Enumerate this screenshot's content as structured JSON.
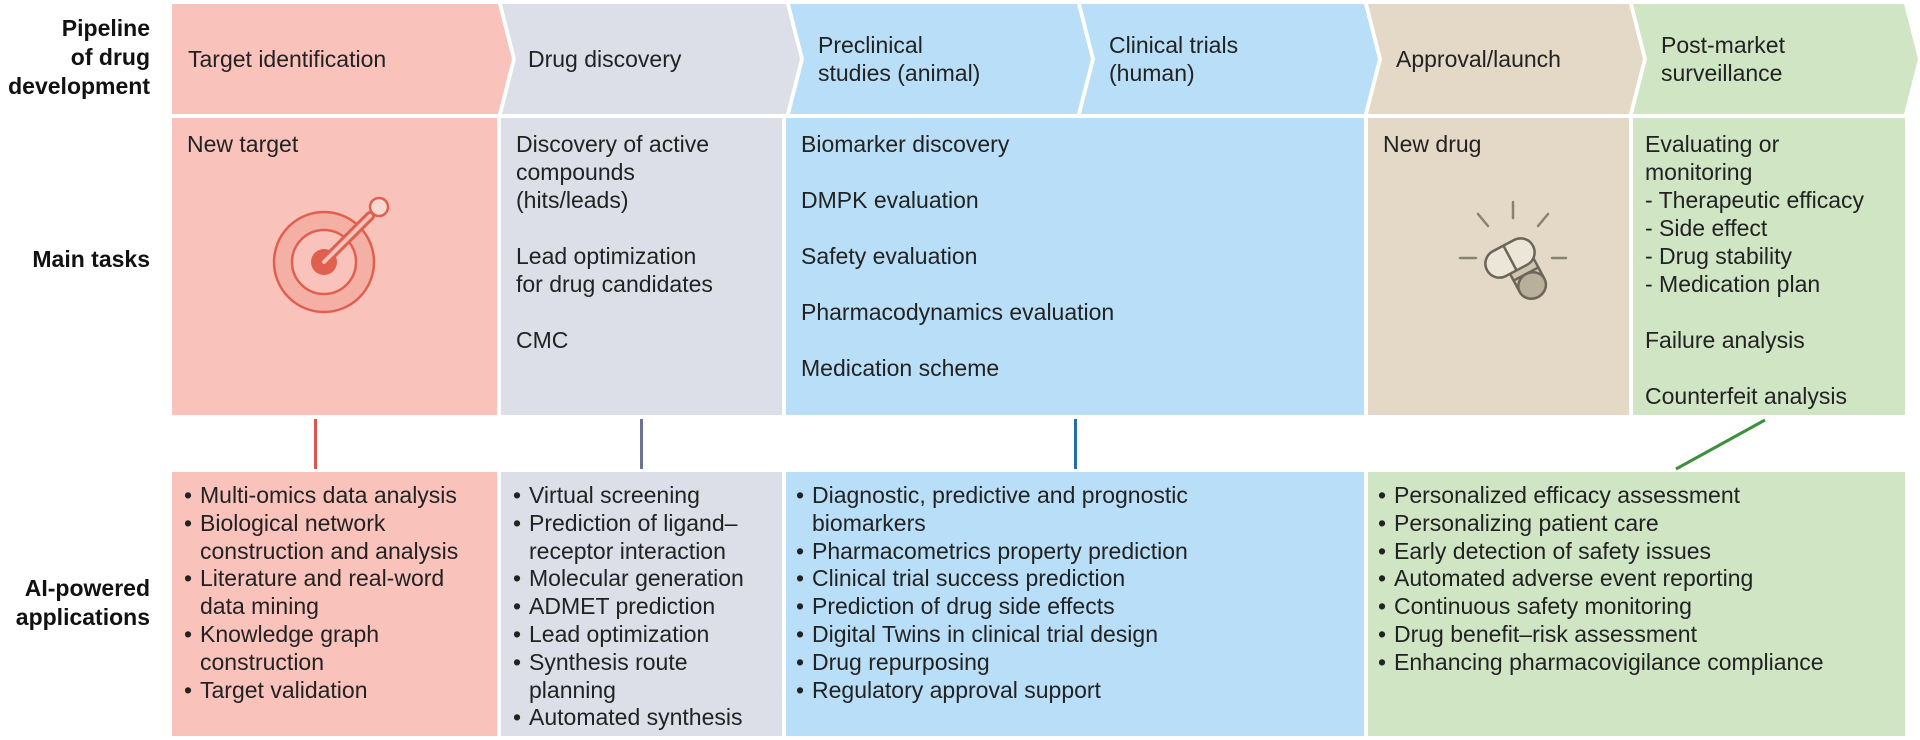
{
  "row_labels": {
    "pipeline": "Pipeline\nof drug\ndevelopment",
    "main_tasks": "Main tasks",
    "ai_applications": "AI-powered\napplications"
  },
  "colors": {
    "target": "#f9c3bb",
    "discovery": "#dcdee8",
    "preclinical": "#b8dff7",
    "approval": "#e3d9c6",
    "postmarket": "#cfe5c4",
    "connector_target": "#d9534f",
    "connector_discovery": "#6b7491",
    "connector_preclinical": "#1f6fa8",
    "connector_postmarket": "#3e8f3e"
  },
  "stages": [
    {
      "label": "Target identification"
    },
    {
      "label": "Drug discovery"
    },
    {
      "label": "Preclinical\nstudies (animal)"
    },
    {
      "label": "Clinical trials\n(human)"
    },
    {
      "label": "Approval/launch"
    },
    {
      "label": "Post-market\nsurveillance"
    }
  ],
  "tasks": {
    "target": {
      "title": "New target",
      "icon": "target-dart-icon"
    },
    "discovery": {
      "items": [
        "Discovery of active\ncompounds\n(hits/leads)",
        "Lead optimization\nfor drug candidates",
        "CMC"
      ]
    },
    "preclinical": {
      "items": [
        "Biomarker discovery",
        "DMPK evaluation",
        "Safety evaluation",
        "Pharmacodynamics evaluation",
        "Medication scheme"
      ]
    },
    "approval": {
      "title": "New drug",
      "icon": "capsules-icon"
    },
    "postmarket": {
      "items": [
        "Evaluating or\nmonitoring\n- Therapeutic efficacy\n- Side effect\n- Drug stability\n- Medication plan",
        "Failure analysis",
        "Counterfeit analysis"
      ]
    }
  },
  "applications": {
    "target": [
      "Multi-omics data analysis",
      "Biological network construction and analysis",
      "Literature and real-word data mining",
      "Knowledge graph construction",
      "Target validation"
    ],
    "discovery": [
      "Virtual screening",
      "Prediction of ligand–receptor interaction",
      "Molecular generation",
      "ADMET prediction",
      "Lead optimization",
      "Synthesis route planning",
      "Automated synthesis"
    ],
    "preclinical": [
      "Diagnostic, predictive and prognostic biomarkers",
      "Pharmacometrics property prediction",
      "Clinical trial success prediction",
      "Prediction of drug side effects",
      "Digital Twins in clinical trial design",
      "Drug repurposing",
      "Regulatory approval support"
    ],
    "postmarket": [
      "Personalized efficacy assessment",
      "Personalizing patient care",
      "Early detection of safety issues",
      "Automated adverse event reporting",
      "Continuous safety monitoring",
      "Drug benefit–risk assessment",
      "Enhancing pharmacovigilance compliance"
    ]
  }
}
